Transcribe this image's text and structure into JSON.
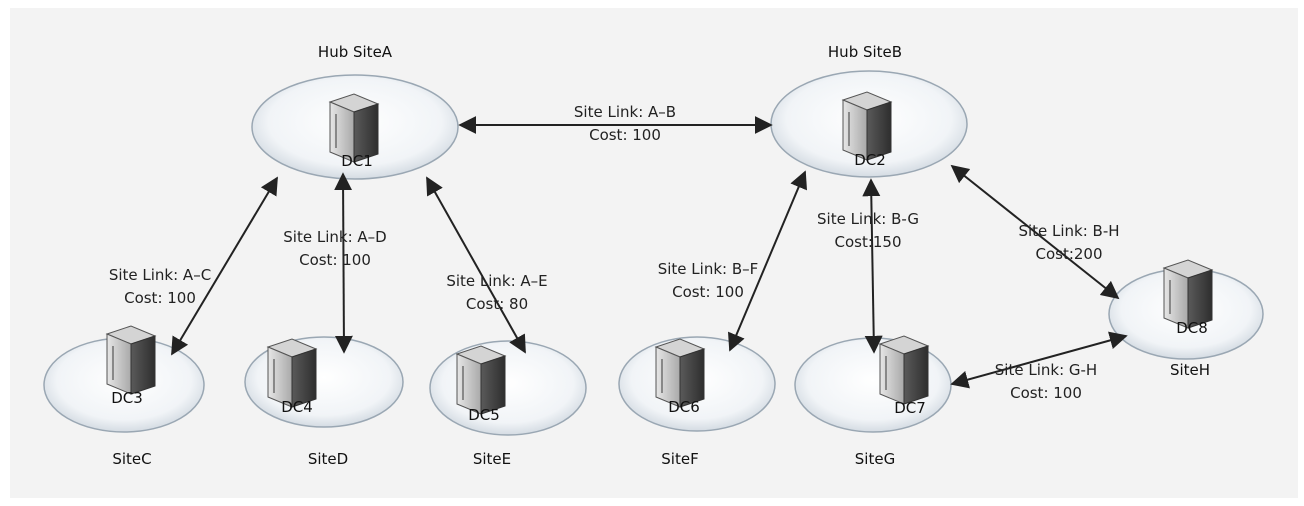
{
  "sites": [
    {
      "id": "A",
      "name": "Hub SiteA",
      "dc": "DC1"
    },
    {
      "id": "B",
      "name": "Hub SiteB",
      "dc": "DC2"
    },
    {
      "id": "C",
      "name": "SiteC",
      "dc": "DC3"
    },
    {
      "id": "D",
      "name": "SiteD",
      "dc": "DC4"
    },
    {
      "id": "E",
      "name": "SiteE",
      "dc": "DC5"
    },
    {
      "id": "F",
      "name": "SiteF",
      "dc": "DC6"
    },
    {
      "id": "G",
      "name": "SiteG",
      "dc": "DC7"
    },
    {
      "id": "H",
      "name": "SiteH",
      "dc": "DC8"
    }
  ],
  "links": [
    {
      "id": "AB",
      "label": "Site Link: A–B",
      "cost": "Cost: 100"
    },
    {
      "id": "AC",
      "label": "Site Link: A–C",
      "cost": "Cost: 100"
    },
    {
      "id": "AD",
      "label": "Site Link: A–D",
      "cost": "Cost: 100"
    },
    {
      "id": "AE",
      "label": "Site Link: A–E",
      "cost": "Cost: 80"
    },
    {
      "id": "BF",
      "label": "Site Link: B–F",
      "cost": "Cost: 100"
    },
    {
      "id": "BG",
      "label": "Site Link: B-G",
      "cost": "Cost:150"
    },
    {
      "id": "BH",
      "label": "Site Link: B-H",
      "cost": "Cost:200"
    },
    {
      "id": "GH",
      "label": "Site Link: G-H",
      "cost": "Cost: 100"
    }
  ],
  "icons": {
    "server": "server-icon"
  },
  "colors": {
    "ellipse_edge": "#9aa7b3",
    "ellipse_fill": "#eef1f4",
    "arrow": "#222222"
  }
}
